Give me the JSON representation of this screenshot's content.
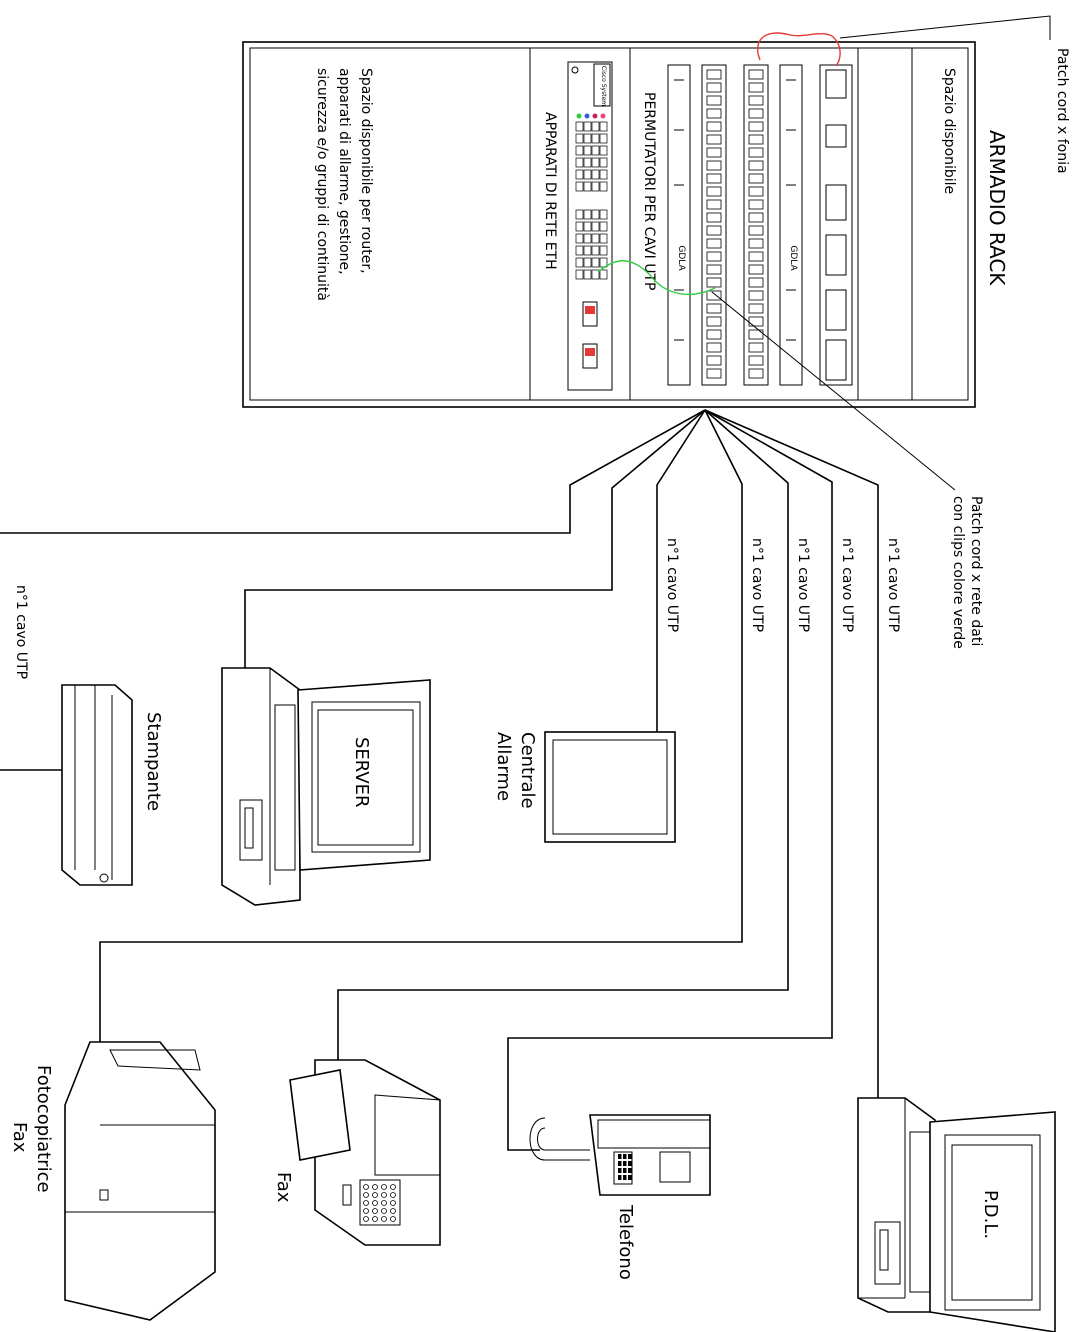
{
  "rack": {
    "title": "ARMADIO RACK",
    "space_top": "Spazio disponibile",
    "patch_panels_label": "PERMUTATORI PER CAVI UTP",
    "network_label": "APPARATI DI RETE ETH",
    "space_bottom_lines": [
      "Spazio disponibile per router,",
      "apparati di allarme, gestione,",
      "sicurezza e/o gruppi di continuità"
    ],
    "guide_label": "GDLA",
    "switch_brand": "Cisco System"
  },
  "annotations": {
    "patch_voice": "Patch cord x fonia",
    "patch_data_lines": [
      "Patch cord x rete dati",
      "con clips colore verde"
    ]
  },
  "cable_label": "n°1 cavo UTP",
  "devices": {
    "pdl": "P.D.L.",
    "telefono": "Telefono",
    "fax": "Fax",
    "fotocopiatrice_lines": [
      "Fotocopiatrice",
      "Fax"
    ],
    "server": "SERVER",
    "centrale_lines": [
      "Centrale",
      "Allarme"
    ],
    "stampante": "Stampante"
  },
  "colors": {
    "voice_patch": "#e53935",
    "data_patch": "#2ecc40",
    "port_leds": [
      "#2ecc40",
      "#3b5bdb",
      "#c2255c",
      "#e64980"
    ],
    "red_module": "#e53935"
  }
}
